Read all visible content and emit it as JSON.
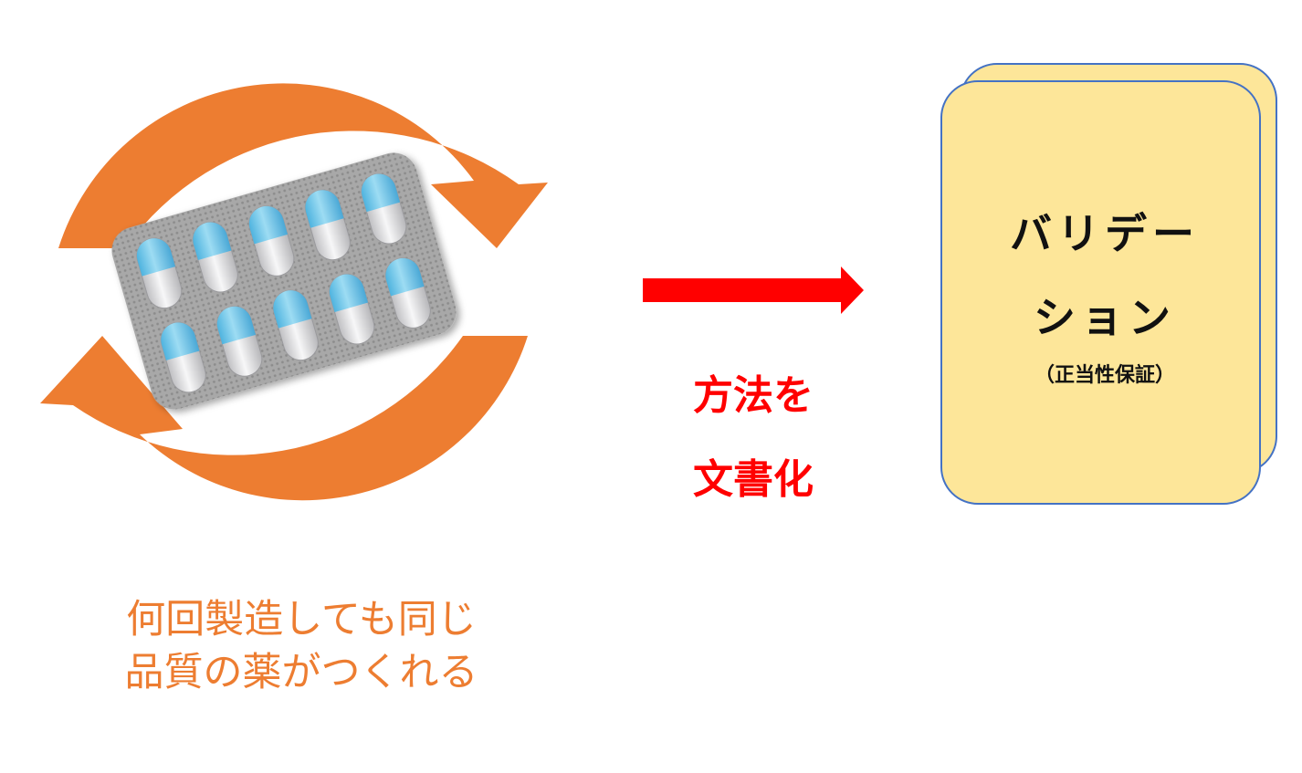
{
  "cycle": {
    "caption_lines": [
      "何回製造しても同じ",
      "品質の薬がつくれる"
    ],
    "arrow_color": "#ed7d31"
  },
  "transition": {
    "label_lines": [
      "方法を",
      "文書化"
    ],
    "arrow_color": "#ff0000"
  },
  "document": {
    "title_lines": [
      "バリデー",
      "ション"
    ],
    "subtitle": "（正当性保証）",
    "fill_color": "#fde699",
    "border_color": "#4472c4"
  },
  "blister": {
    "capsule_count": 10,
    "capsule_cap_color": "#74c8ea",
    "capsule_body_color": "#e9e9ea"
  }
}
